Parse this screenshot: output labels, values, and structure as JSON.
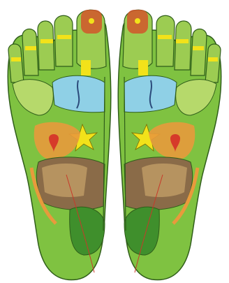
{
  "image": {
    "subject": "reflexology-foot-map",
    "feet": [
      "left-foot",
      "right-foot"
    ],
    "palette": {
      "skin_green": "#7fc241",
      "skin_light": "#b6d96b",
      "outline": "#2f5d1a",
      "zone_blue": "#8fd0e6",
      "zone_orange": "#e89a3c",
      "zone_brown": "#8a6b48",
      "zone_tan": "#c9a46b",
      "zone_red": "#d63a2a",
      "zone_yellow": "#f2e21a",
      "zone_dark_green": "#3f8f2c",
      "toe_tip_red": "#d2552a"
    }
  }
}
